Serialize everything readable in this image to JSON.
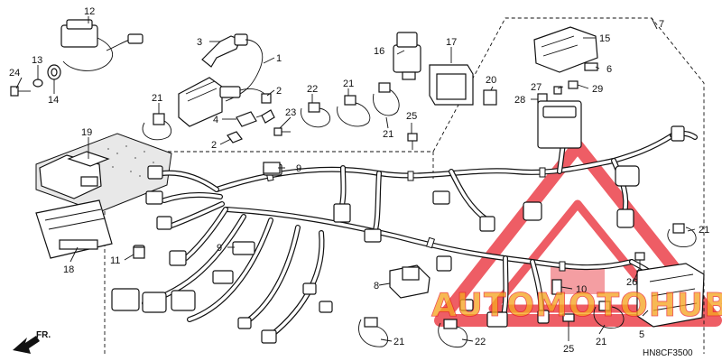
{
  "callouts": {
    "c1": "1",
    "c2a": "2",
    "c2b": "2",
    "c3": "3",
    "c4": "4",
    "c5": "5",
    "c6": "6",
    "c7": "7",
    "c8": "8",
    "c9a": "9",
    "c9b": "9",
    "c10": "10",
    "c11": "11",
    "c12": "12",
    "c13": "13",
    "c14": "14",
    "c15": "15",
    "c16": "16",
    "c17": "17",
    "c18": "18",
    "c19": "19",
    "c20": "20",
    "c21a": "21",
    "c21b": "21",
    "c21c": "21",
    "c21d": "21",
    "c21e": "21",
    "c21f": "21",
    "c22a": "22",
    "c22b": "22",
    "c23": "23",
    "c24": "24",
    "c25a": "25",
    "c25b": "25",
    "c26": "26",
    "c27": "27",
    "c28": "28",
    "c29": "29"
  },
  "front_marker": "FR.",
  "diagram_code": "HN8CF3500",
  "watermark": {
    "text": "AUTOMOTOHUB",
    "red": "#e8202a",
    "orange": "#f5a623"
  },
  "colors": {
    "line": "#111111",
    "paper": "#ffffff"
  }
}
